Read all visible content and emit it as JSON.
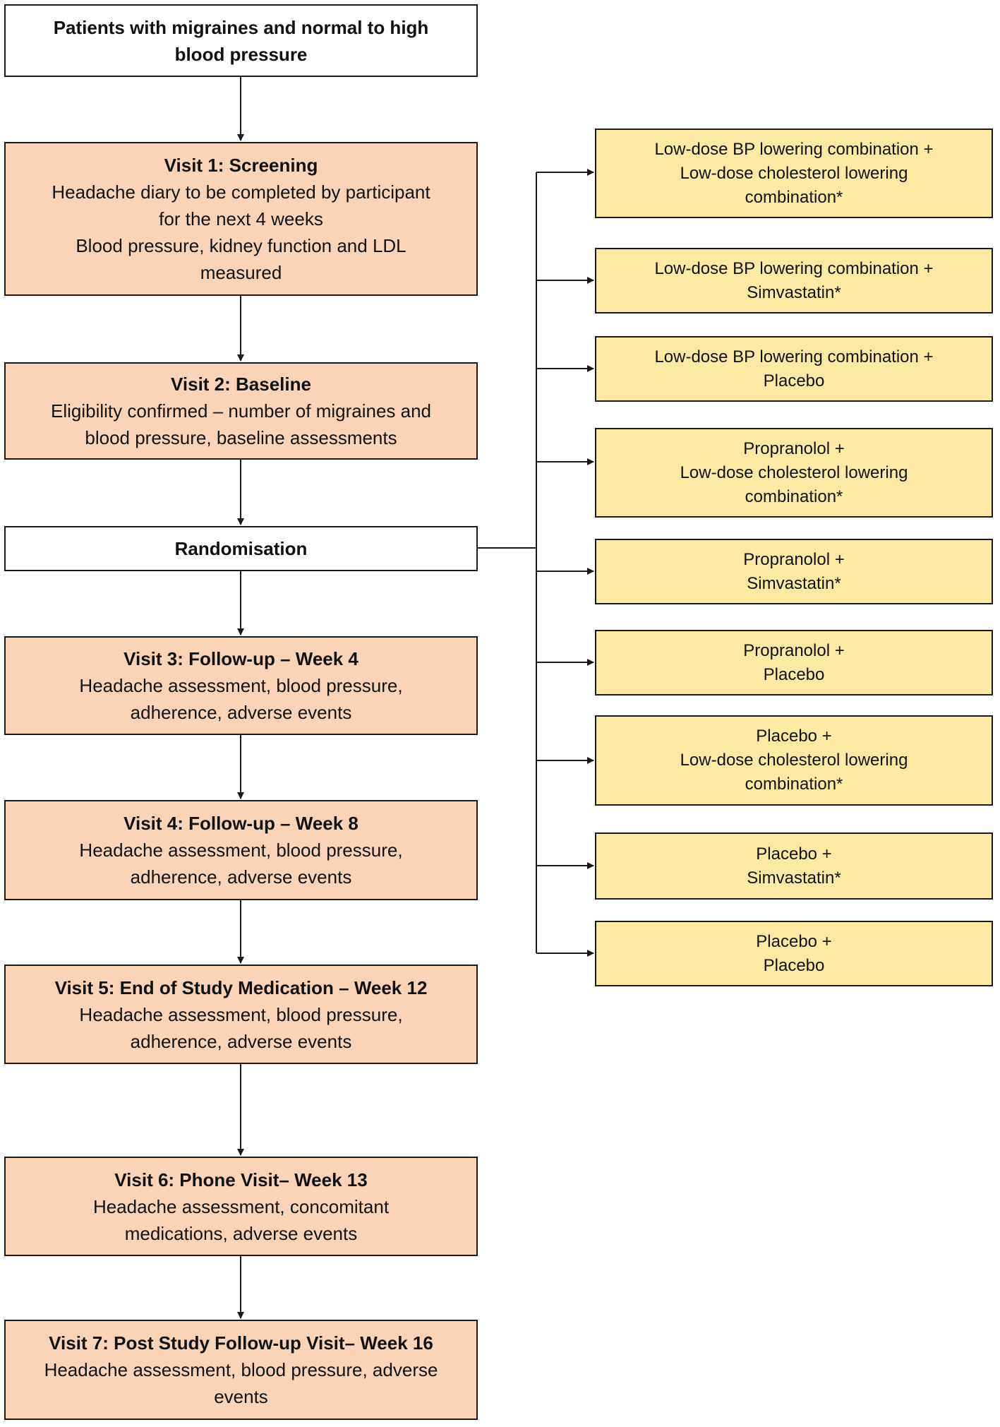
{
  "flow": {
    "start": {
      "lines": [
        "Patients with migraines and normal to high",
        "blood pressure"
      ]
    },
    "visit1": {
      "title": "Visit 1: Screening",
      "lines": [
        "Headache diary to be completed by participant",
        "for the next 4 weeks",
        "Blood pressure, kidney function and LDL",
        "measured"
      ]
    },
    "visit2": {
      "title": "Visit 2: Baseline",
      "lines": [
        "Eligibility confirmed – number of migraines and",
        "blood pressure, baseline assessments"
      ]
    },
    "randomisation": {
      "label": "Randomisation"
    },
    "visit3": {
      "title": "Visit 3: Follow-up – Week 4",
      "lines": [
        "Headache assessment, blood pressure,",
        "adherence, adverse events"
      ]
    },
    "visit4": {
      "title": "Visit 4: Follow-up – Week 8",
      "lines": [
        "Headache assessment, blood pressure,",
        "adherence, adverse events"
      ]
    },
    "visit5": {
      "title": "Visit 5: End of Study Medication – Week 12",
      "lines": [
        "Headache assessment, blood pressure,",
        "adherence, adverse events"
      ]
    },
    "visit6": {
      "title": "Visit 6: Phone Visit– Week 13",
      "lines": [
        "Headache assessment, concomitant",
        "medications, adverse events"
      ]
    },
    "visit7": {
      "title": "Visit 7: Post Study Follow-up Visit– Week 16",
      "lines": [
        "Headache assessment, blood pressure, adverse",
        "events"
      ]
    }
  },
  "arms": [
    {
      "lines": [
        "Low-dose BP lowering combination +",
        "Low-dose cholesterol lowering",
        "combination*"
      ]
    },
    {
      "lines": [
        "Low-dose BP lowering combination +",
        "Simvastatin*"
      ]
    },
    {
      "lines": [
        "Low-dose BP lowering combination +",
        "Placebo"
      ]
    },
    {
      "lines": [
        "Propranolol +",
        "Low-dose cholesterol lowering",
        "combination*"
      ]
    },
    {
      "lines": [
        "Propranolol +",
        "Simvastatin*"
      ]
    },
    {
      "lines": [
        "Propranolol +",
        "Placebo"
      ]
    },
    {
      "lines": [
        "Placebo +",
        "Low-dose cholesterol lowering",
        "combination*"
      ]
    },
    {
      "lines": [
        "Placebo +",
        "Simvastatin*"
      ]
    },
    {
      "lines": [
        "Placebo +",
        "Placebo"
      ]
    }
  ],
  "colors": {
    "visit_fill": "#fbd4b7",
    "arm_fill": "#fde9a2",
    "neutral_fill": "#ffffff",
    "line": "#1a1a1a"
  }
}
